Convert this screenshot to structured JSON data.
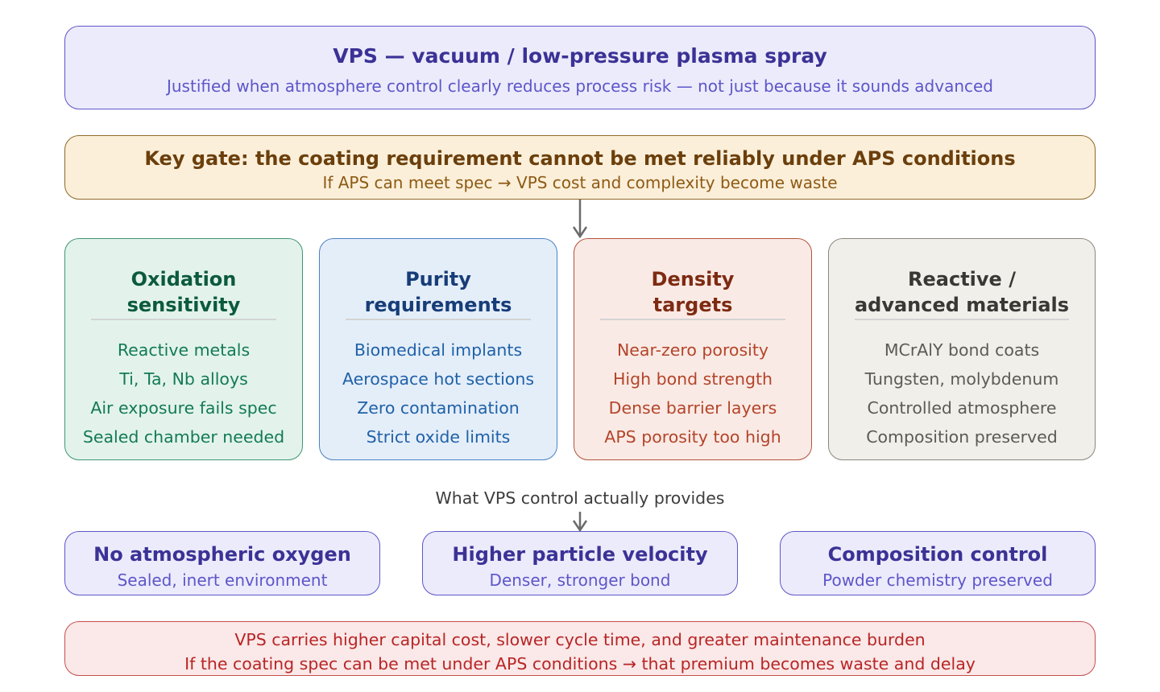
{
  "title": {
    "heading": "VPS — vacuum / low-pressure plasma spray",
    "subtitle": "Justified when atmosphere control clearly reduces process risk — not just because it sounds advanced"
  },
  "gate": {
    "heading": "Key gate: the coating requirement cannot be met reliably under APS conditions",
    "subtitle": "If APS can meet spec → VPS cost and complexity become waste"
  },
  "categories": [
    {
      "line1": "Oxidation",
      "line2": "sensitivity",
      "items": [
        "Reactive metals",
        "Ti, Ta, Nb alloys",
        "Air exposure fails spec",
        "Sealed chamber needed"
      ]
    },
    {
      "line1": "Purity",
      "line2": "requirements",
      "items": [
        "Biomedical implants",
        "Aerospace hot sections",
        "Zero contamination",
        "Strict oxide limits"
      ]
    },
    {
      "line1": "Density",
      "line2": "targets",
      "items": [
        "Near-zero porosity",
        "High bond strength",
        "Dense barrier layers",
        "APS porosity too high"
      ]
    },
    {
      "line1": "Reactive /",
      "line2": "advanced materials",
      "items": [
        "MCrAlY bond coats",
        "Tungsten, molybdenum",
        "Controlled atmosphere",
        "Composition preserved"
      ]
    }
  ],
  "provides_label": "What VPS control actually provides",
  "benefits": [
    {
      "title": "No atmospheric oxygen",
      "subtitle": "Sealed, inert environment"
    },
    {
      "title": "Higher particle velocity",
      "subtitle": "Denser, stronger bond"
    },
    {
      "title": "Composition control",
      "subtitle": "Powder chemistry preserved"
    }
  ],
  "warning": {
    "line1": "VPS carries higher capital cost, slower cycle time, and greater maintenance burden",
    "line2": "If the coating spec can be met under APS conditions → that premium becomes waste and delay"
  },
  "colors": {
    "title_accent": "#3b3296",
    "gate_accent": "#6b3f0c",
    "oxidation": "#0c5a3e",
    "purity": "#173d78",
    "density": "#7d2b12",
    "materials": "#3a3834",
    "warning": "#b82525",
    "arrow": "#6b6b6b"
  }
}
